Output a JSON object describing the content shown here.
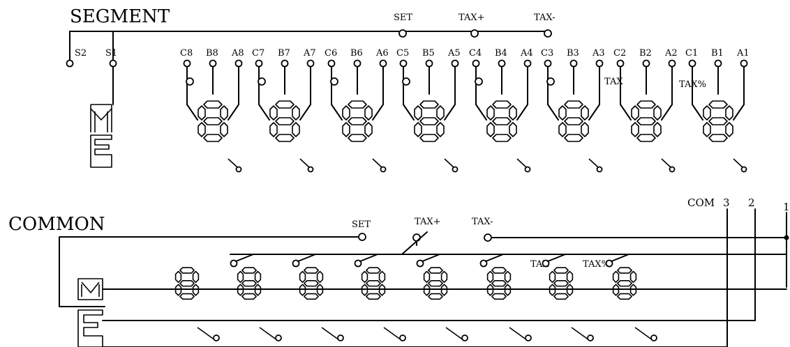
{
  "segment": {
    "title": "SEGMENT",
    "bus_labels": [
      "SET",
      "TAX+",
      "TAX-"
    ],
    "selector_labels": [
      "S2",
      "S1"
    ],
    "pin_labels": [
      "C8",
      "B8",
      "A8",
      "C7",
      "B7",
      "A7",
      "C6",
      "B6",
      "A6",
      "C5",
      "B5",
      "A5",
      "C4",
      "B4",
      "A4",
      "C3",
      "B3",
      "A3",
      "C2",
      "B2",
      "A2",
      "C1",
      "B1",
      "A1"
    ],
    "annunciators": [
      "TAX",
      "TAX%"
    ]
  },
  "common": {
    "title": "COMMON",
    "bus_labels": [
      "SET",
      "TAX+",
      "TAX-"
    ],
    "com_labels": [
      "COM",
      "3",
      "2",
      "1"
    ],
    "annunciators": [
      "TAX",
      "TAX%"
    ]
  }
}
